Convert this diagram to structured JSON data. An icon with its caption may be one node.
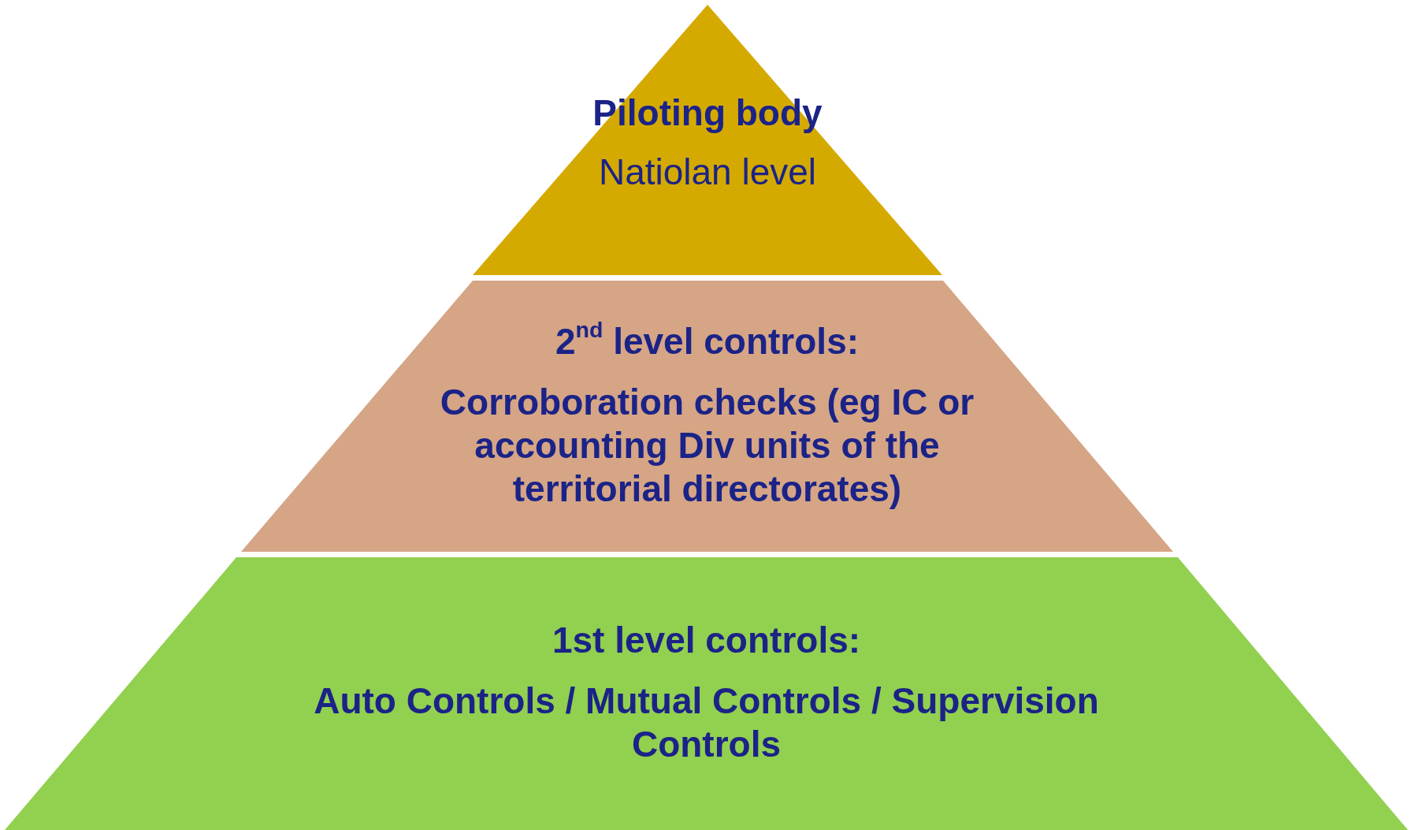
{
  "diagram": {
    "nodes": [
      {
        "text": [
          "Piloting body",
          "Natiolan level"
        ]
      },
      {
        "text": [
          "2$^{nd}$ level controls:",
          "Corroboration checks (eg IC or accounting Div units of the territorial directorates)"
        ]
      },
      {
        "text": [
          "1st level controls:",
          "Auto Controls / Mutual Controls / Supervision Controls"
        ]
      }
    ]
  }
}
